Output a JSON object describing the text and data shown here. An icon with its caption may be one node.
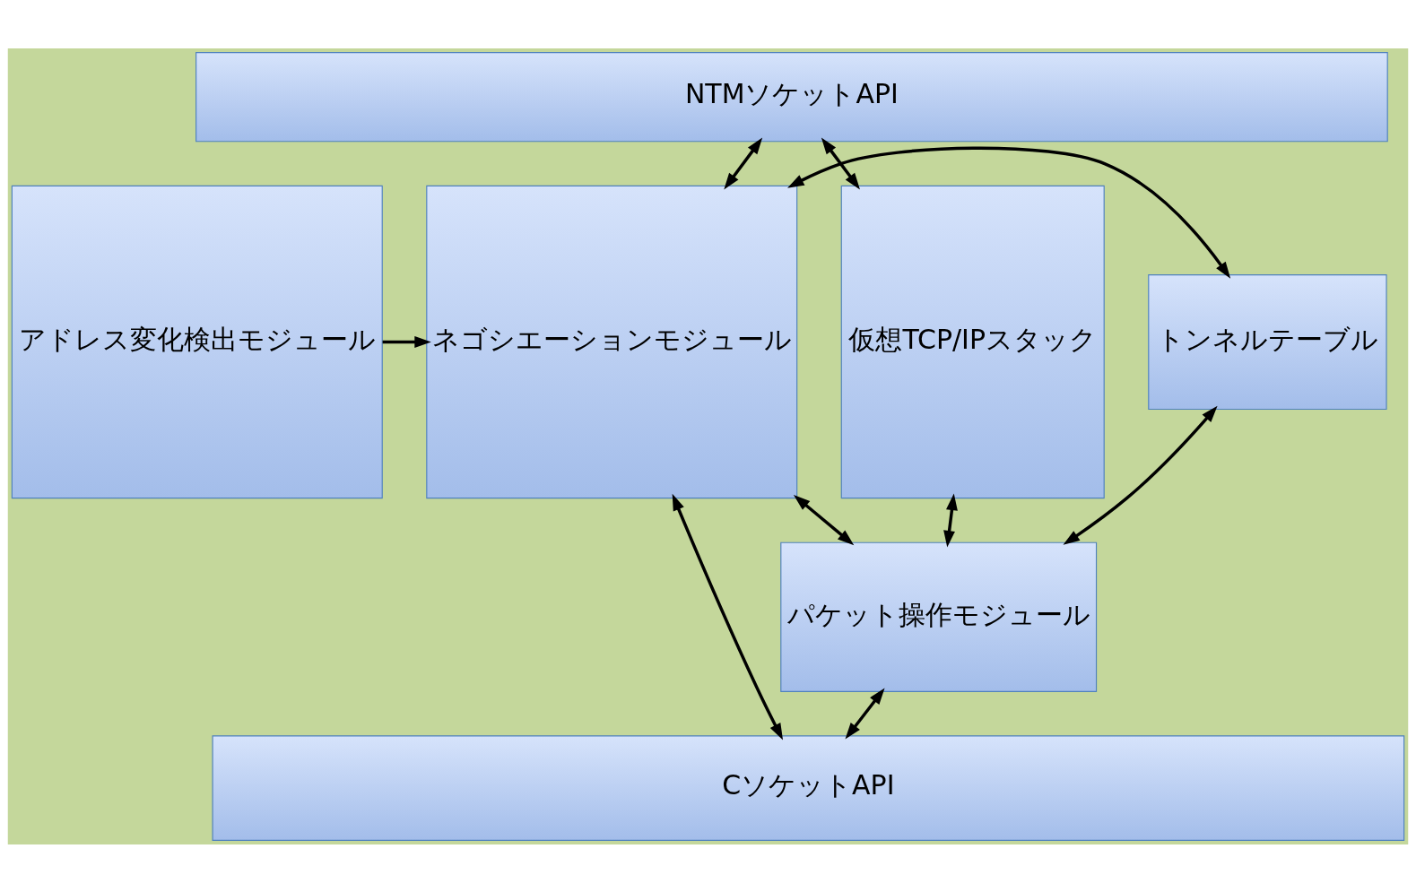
{
  "diagram": {
    "nodes": [
      {
        "text": [
          "NTMソケットAPI"
        ]
      },
      {
        "text": [
          "アドレス変化検出モジュール"
        ]
      },
      {
        "text": [
          "ネゴシエーションモジュール"
        ]
      },
      {
        "text": [
          "トンネルテーブル"
        ]
      },
      {
        "text": [
          "パケット操作モジュール"
        ]
      },
      {
        "text": [
          "仮想TCP/IPスタック"
        ]
      },
      {
        "text": [
          "CソケットAPI"
        ]
      }
    ],
    "edges": [
      {
        "from": 0,
        "to": 2,
        "arrow": "both"
      },
      {
        "from": 0,
        "to": 5,
        "arrow": "both"
      },
      {
        "from": 1,
        "to": 2,
        "arrow": "to"
      },
      {
        "from": 2,
        "to": 3,
        "arrow": "both"
      },
      {
        "from": 2,
        "to": 4,
        "arrow": "both"
      },
      {
        "from": 3,
        "to": 4,
        "arrow": "both"
      },
      {
        "from": 4,
        "to": 5,
        "arrow": "both"
      },
      {
        "from": 2,
        "to": 6,
        "arrow": "both"
      },
      {
        "from": 4,
        "to": 6,
        "arrow": "both"
      }
    ]
  }
}
